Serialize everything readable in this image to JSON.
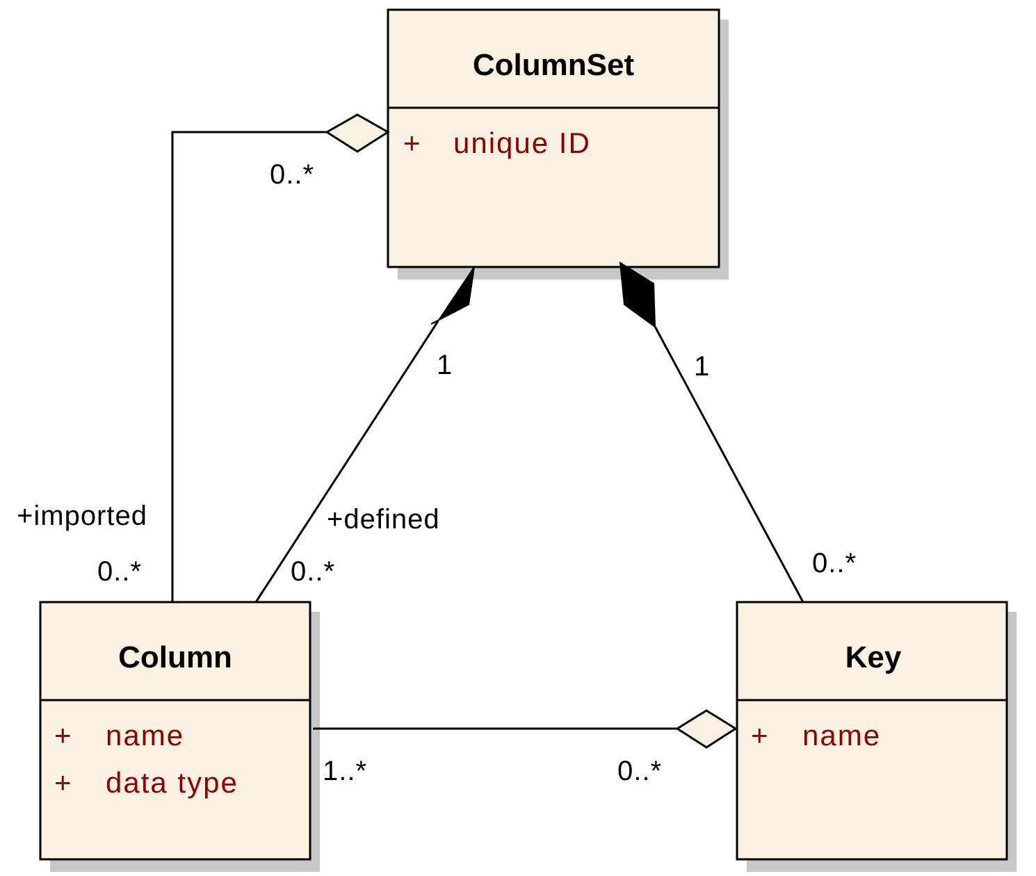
{
  "classes": {
    "columnset": {
      "name": "ColumnSet",
      "attributes": [
        {
          "visibility": "+",
          "name": "unique ID"
        }
      ]
    },
    "column": {
      "name": "Column",
      "attributes": [
        {
          "visibility": "+",
          "name": "name"
        },
        {
          "visibility": "+",
          "name": "data type"
        }
      ]
    },
    "key": {
      "name": "Key",
      "attributes": [
        {
          "visibility": "+",
          "name": "name"
        }
      ]
    }
  },
  "associations": {
    "imported": {
      "role": "+imported",
      "multiplicity_columnset": "0..*",
      "multiplicity_column": "0..*"
    },
    "defined": {
      "role": "+defined",
      "multiplicity_columnset": "1",
      "multiplicity_column": "0..*"
    },
    "keys": {
      "multiplicity_columnset": "1",
      "multiplicity_key": "0..*"
    },
    "key_columns": {
      "multiplicity_column": "1..*",
      "multiplicity_key": "0..*"
    }
  },
  "colors": {
    "class_fill": "#fbf1e3",
    "attribute_text": "#8b0000",
    "line": "#000000",
    "shadow": "#c8c8c8"
  }
}
